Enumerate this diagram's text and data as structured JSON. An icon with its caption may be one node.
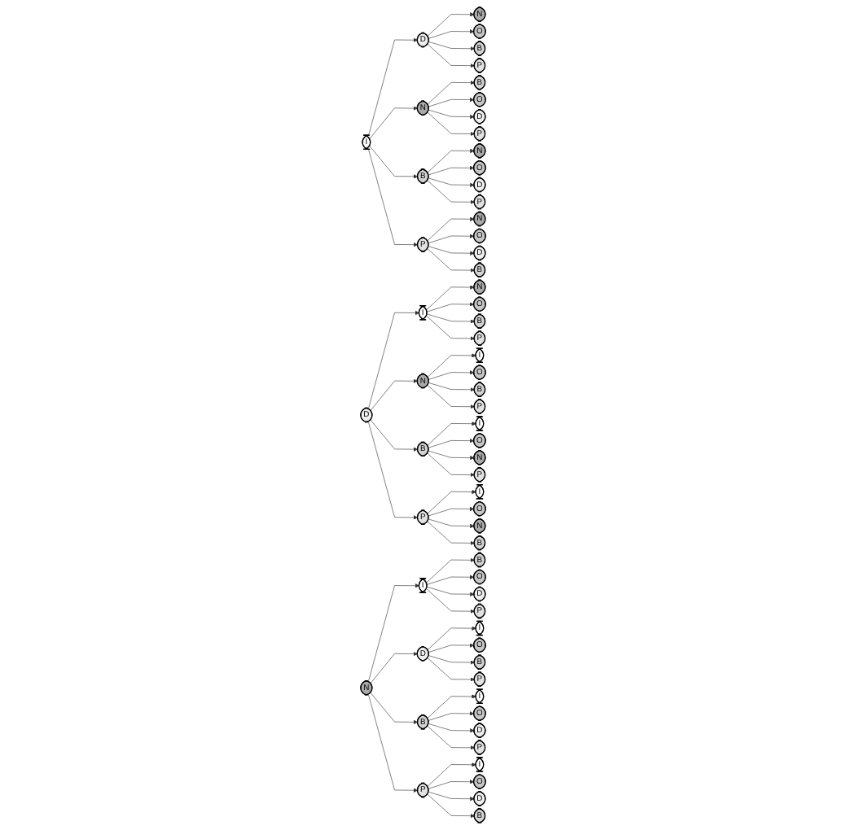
{
  "diagram": {
    "nodes": [
      {
        "text": [
          "I"
        ]
      },
      {
        "text": [
          "D"
        ]
      },
      {
        "text": [
          "N"
        ]
      },
      {
        "text": [
          "B"
        ]
      },
      {
        "text": [
          "P"
        ]
      },
      {
        "text": [
          "N"
        ]
      },
      {
        "text": [
          "O"
        ]
      },
      {
        "text": [
          "B"
        ]
      },
      {
        "text": [
          "P"
        ]
      },
      {
        "text": [
          "B"
        ]
      },
      {
        "text": [
          "O"
        ]
      },
      {
        "text": [
          "D"
        ]
      },
      {
        "text": [
          "P"
        ]
      },
      {
        "text": [
          "N"
        ]
      },
      {
        "text": [
          "O"
        ]
      },
      {
        "text": [
          "D"
        ]
      },
      {
        "text": [
          "P"
        ]
      },
      {
        "text": [
          "N"
        ]
      },
      {
        "text": [
          "O"
        ]
      },
      {
        "text": [
          "D"
        ]
      },
      {
        "text": [
          "B"
        ]
      },
      {
        "text": [
          "D"
        ]
      },
      {
        "text": [
          "I"
        ]
      },
      {
        "text": [
          "N"
        ]
      },
      {
        "text": [
          "B"
        ]
      },
      {
        "text": [
          "P"
        ]
      },
      {
        "text": [
          "N"
        ]
      },
      {
        "text": [
          "O"
        ]
      },
      {
        "text": [
          "B"
        ]
      },
      {
        "text": [
          "P"
        ]
      },
      {
        "text": [
          "I"
        ]
      },
      {
        "text": [
          "O"
        ]
      },
      {
        "text": [
          "B"
        ]
      },
      {
        "text": [
          "P"
        ]
      },
      {
        "text": [
          "I"
        ]
      },
      {
        "text": [
          "O"
        ]
      },
      {
        "text": [
          "N"
        ]
      },
      {
        "text": [
          "P"
        ]
      },
      {
        "text": [
          "I"
        ]
      },
      {
        "text": [
          "O"
        ]
      },
      {
        "text": [
          "N"
        ]
      },
      {
        "text": [
          "B"
        ]
      },
      {
        "text": [
          "N"
        ]
      },
      {
        "text": [
          "I"
        ]
      },
      {
        "text": [
          "D"
        ]
      },
      {
        "text": [
          "B"
        ]
      },
      {
        "text": [
          "P"
        ]
      },
      {
        "text": [
          "B"
        ]
      },
      {
        "text": [
          "O"
        ]
      },
      {
        "text": [
          "D"
        ]
      },
      {
        "text": [
          "P"
        ]
      },
      {
        "text": [
          "I"
        ]
      },
      {
        "text": [
          "O"
        ]
      },
      {
        "text": [
          "B"
        ]
      },
      {
        "text": [
          "P"
        ]
      },
      {
        "text": [
          "I"
        ]
      },
      {
        "text": [
          "O"
        ]
      },
      {
        "text": [
          "D"
        ]
      },
      {
        "text": [
          "P"
        ]
      },
      {
        "text": [
          "I"
        ]
      },
      {
        "text": [
          "O"
        ]
      },
      {
        "text": [
          "D"
        ]
      },
      {
        "text": [
          "B"
        ]
      }
    ],
    "edges": [
      {
        "from": 0,
        "to": 1,
        "arrow": "to"
      },
      {
        "from": 0,
        "to": 2,
        "arrow": "to"
      },
      {
        "from": 0,
        "to": 3,
        "arrow": "to"
      },
      {
        "from": 0,
        "to": 4,
        "arrow": "to"
      },
      {
        "from": 1,
        "to": 5,
        "arrow": "to"
      },
      {
        "from": 1,
        "to": 6,
        "arrow": "to"
      },
      {
        "from": 1,
        "to": 7,
        "arrow": "to"
      },
      {
        "from": 1,
        "to": 8,
        "arrow": "to"
      },
      {
        "from": 2,
        "to": 9,
        "arrow": "to"
      },
      {
        "from": 2,
        "to": 10,
        "arrow": "to"
      },
      {
        "from": 2,
        "to": 11,
        "arrow": "to"
      },
      {
        "from": 2,
        "to": 12,
        "arrow": "to"
      },
      {
        "from": 3,
        "to": 13,
        "arrow": "to"
      },
      {
        "from": 3,
        "to": 14,
        "arrow": "to"
      },
      {
        "from": 3,
        "to": 15,
        "arrow": "to"
      },
      {
        "from": 3,
        "to": 16,
        "arrow": "to"
      },
      {
        "from": 4,
        "to": 17,
        "arrow": "to"
      },
      {
        "from": 4,
        "to": 18,
        "arrow": "to"
      },
      {
        "from": 4,
        "to": 19,
        "arrow": "to"
      },
      {
        "from": 4,
        "to": 20,
        "arrow": "to"
      },
      {
        "from": 21,
        "to": 22,
        "arrow": "to"
      },
      {
        "from": 21,
        "to": 23,
        "arrow": "to"
      },
      {
        "from": 21,
        "to": 24,
        "arrow": "to"
      },
      {
        "from": 21,
        "to": 25,
        "arrow": "to"
      },
      {
        "from": 22,
        "to": 26,
        "arrow": "to"
      },
      {
        "from": 22,
        "to": 27,
        "arrow": "to"
      },
      {
        "from": 22,
        "to": 28,
        "arrow": "to"
      },
      {
        "from": 22,
        "to": 29,
        "arrow": "to"
      },
      {
        "from": 23,
        "to": 30,
        "arrow": "to"
      },
      {
        "from": 23,
        "to": 31,
        "arrow": "to"
      },
      {
        "from": 23,
        "to": 32,
        "arrow": "to"
      },
      {
        "from": 23,
        "to": 33,
        "arrow": "to"
      },
      {
        "from": 24,
        "to": 34,
        "arrow": "to"
      },
      {
        "from": 24,
        "to": 35,
        "arrow": "to"
      },
      {
        "from": 24,
        "to": 36,
        "arrow": "to"
      },
      {
        "from": 24,
        "to": 37,
        "arrow": "to"
      },
      {
        "from": 25,
        "to": 38,
        "arrow": "to"
      },
      {
        "from": 25,
        "to": 39,
        "arrow": "to"
      },
      {
        "from": 25,
        "to": 40,
        "arrow": "to"
      },
      {
        "from": 25,
        "to": 41,
        "arrow": "to"
      },
      {
        "from": 42,
        "to": 43,
        "arrow": "to"
      },
      {
        "from": 42,
        "to": 44,
        "arrow": "to"
      },
      {
        "from": 42,
        "to": 45,
        "arrow": "to"
      },
      {
        "from": 42,
        "to": 46,
        "arrow": "to"
      },
      {
        "from": 43,
        "to": 47,
        "arrow": "to"
      },
      {
        "from": 43,
        "to": 48,
        "arrow": "to"
      },
      {
        "from": 43,
        "to": 49,
        "arrow": "to"
      },
      {
        "from": 43,
        "to": 50,
        "arrow": "to"
      },
      {
        "from": 44,
        "to": 51,
        "arrow": "to"
      },
      {
        "from": 44,
        "to": 52,
        "arrow": "to"
      },
      {
        "from": 44,
        "to": 53,
        "arrow": "to"
      },
      {
        "from": 44,
        "to": 54,
        "arrow": "to"
      },
      {
        "from": 45,
        "to": 55,
        "arrow": "to"
      },
      {
        "from": 45,
        "to": 56,
        "arrow": "to"
      },
      {
        "from": 45,
        "to": 57,
        "arrow": "to"
      },
      {
        "from": 45,
        "to": 58,
        "arrow": "to"
      },
      {
        "from": 46,
        "to": 59,
        "arrow": "to"
      },
      {
        "from": 46,
        "to": 60,
        "arrow": "to"
      },
      {
        "from": 46,
        "to": 61,
        "arrow": "to"
      },
      {
        "from": 46,
        "to": 62,
        "arrow": "to"
      }
    ]
  }
}
